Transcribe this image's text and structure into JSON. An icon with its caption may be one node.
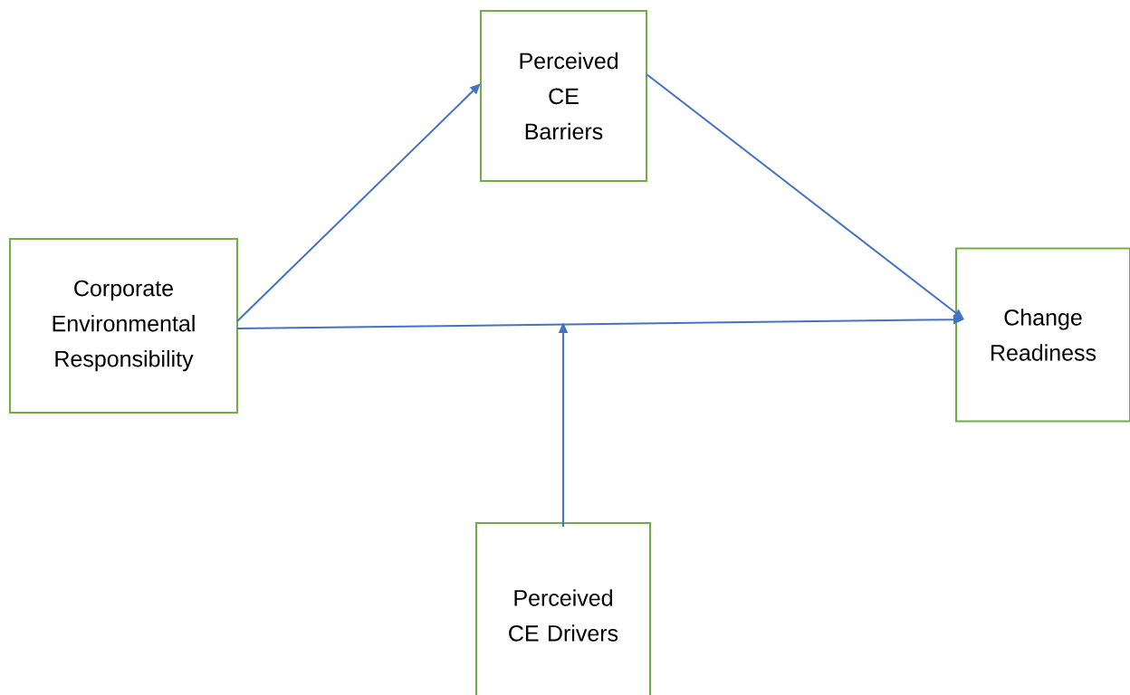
{
  "diagram": {
    "nodes": [
      {
        "text": [
          "Perceived CE Barriers"
        ]
      },
      {
        "text": [
          "Corporate Environmental Responsibility"
        ]
      },
      {
        "text": [
          "Change Readiness"
        ]
      },
      {
        "text": [
          "Perceived CE Drivers"
        ]
      }
    ],
    "edges": [
      {
        "from": 1,
        "to": 0,
        "arrow": "to"
      },
      {
        "from": 0,
        "to": 2,
        "arrow": "to"
      },
      {
        "from": 1,
        "to": 2,
        "arrow": "to"
      },
      {
        "from": 3,
        "to": null,
        "arrow": "to"
      }
    ]
  }
}
